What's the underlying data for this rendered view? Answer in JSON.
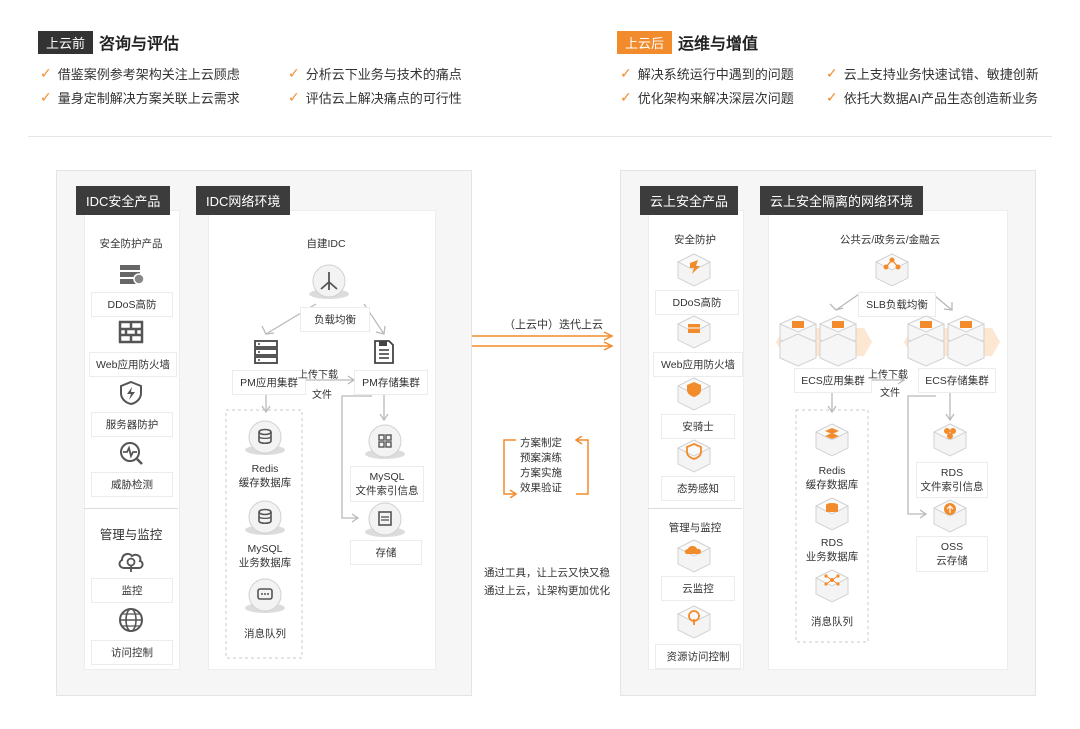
{
  "before": {
    "tag": "上云前",
    "title": "咨询与评估",
    "bullets": [
      "借鉴案例参考架构关注上云顾虑",
      "分析云下业务与技术的痛点",
      "量身定制解决方案关联上云需求",
      "评估云上解决痛点的可行性"
    ]
  },
  "after": {
    "tag": "上云后",
    "title": "运维与增值",
    "bullets": [
      "解决系统运行中遇到的问题",
      "云上支持业务快速试错、敏捷创新",
      "优化架构来解决深层次问题",
      "依托大数据AI产品生态创造新业务"
    ]
  },
  "left": {
    "sec_title": "IDC安全产品",
    "net_title": "IDC网络环境",
    "security_group": "安全防护产品",
    "security_items": [
      "DDoS高防",
      "Web应用防火墙",
      "服务器防护",
      "威胁检测"
    ],
    "mgmt_group": "管理与监控",
    "mgmt_items": [
      "监控",
      "访问控制"
    ],
    "idc": "自建IDC",
    "lb": "负载均衡",
    "pm_app": "PM应用集群",
    "pm_store": "PM存储集群",
    "upload": "上传下载",
    "file": "文件",
    "redis": [
      "Redis",
      "缓存数据库"
    ],
    "mysql_biz": [
      "MySQL",
      "业务数据库"
    ],
    "mq": "消息队列",
    "mysql_idx": [
      "MySQL",
      "文件索引信息"
    ],
    "storage": "存储"
  },
  "middle": {
    "arrow_label": "（上云中）迭代上云",
    "cycle": [
      "方案制定",
      "预案演练",
      "方案实施",
      "效果验证"
    ],
    "notes": [
      "通过工具，让上云又快又稳",
      "通过上云，让架构更加优化"
    ]
  },
  "right": {
    "sec_title": "云上安全产品",
    "net_title": "云上安全隔离的网络环境",
    "security_group": "安全防护",
    "security_items": [
      "DDoS高防",
      "Web应用防火墙",
      "安骑士",
      "态势感知"
    ],
    "mgmt_group": "管理与监控",
    "mgmt_items": [
      "云监控",
      "资源访问控制"
    ],
    "cloud": "公共云/政务云/金融云",
    "slb": "SLB负载均衡",
    "ecs_app": "ECS应用集群",
    "ecs_store": "ECS存储集群",
    "upload": "上传下载",
    "file": "文件",
    "redis": [
      "Redis",
      "缓存数据库"
    ],
    "rds_biz": [
      "RDS",
      "业务数据库"
    ],
    "mq": "消息队列",
    "rds_idx": [
      "RDS",
      "文件索引信息"
    ],
    "oss": [
      "OSS",
      "云存储"
    ]
  },
  "colors": {
    "accent": "#f28b2c",
    "dark": "#333333",
    "line": "#b9b9b9"
  }
}
